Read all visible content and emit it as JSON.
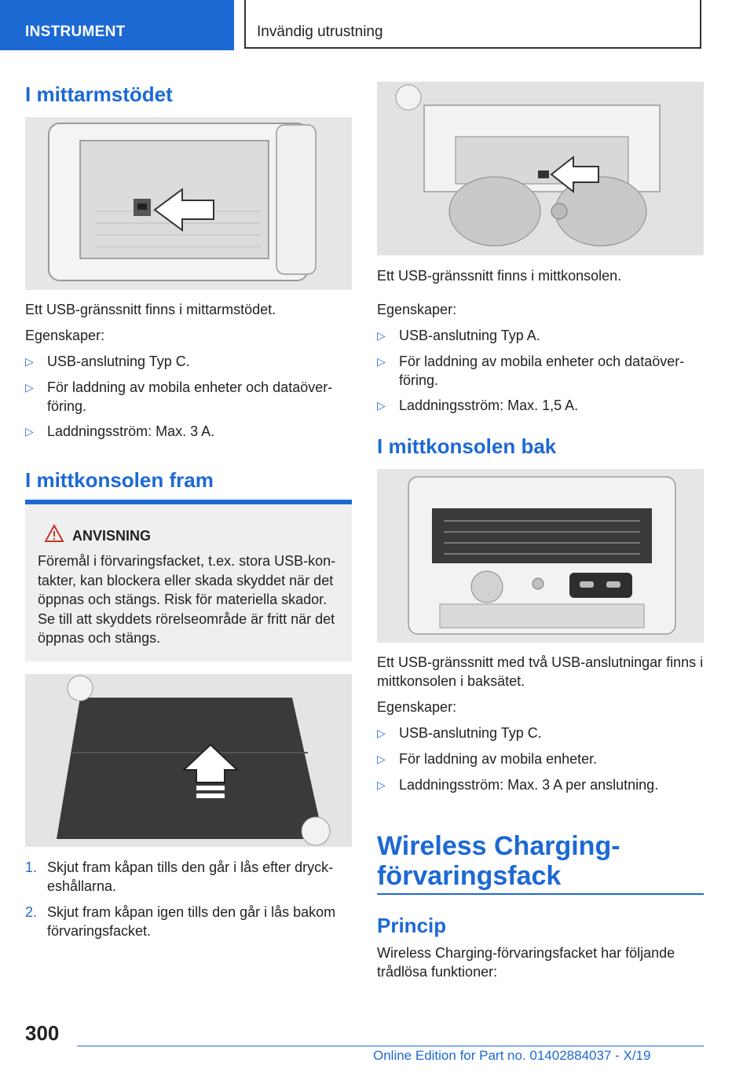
{
  "header": {
    "section": "INSTRUMENT",
    "chapter": "Invändig utrustning"
  },
  "left": {
    "h_armrest": "I mittarmstödet",
    "armrest_desc": "Ett USB-gränssnitt finns i mittarmstödet.",
    "props_label": "Egenskaper:",
    "armrest_items": [
      "USB-anslutning Typ C.",
      "För laddning av mobila enheter och dataöver-föring.",
      "Laddningsström: Max. 3 A."
    ],
    "h_front": "I mittkonsolen fram",
    "warning_title": "ANVISNING",
    "warning_text": "Föremål i förvaringsfacket, t.ex. stora USB-kon-takter, kan blockera eller skada skyddet när det öppnas och stängs. Risk för materiella skador. Se till att skyddets rörelseområde är fritt när det öppnas och stängs.",
    "steps": [
      {
        "num": "1.",
        "text": "Skjut fram kåpan tills den går i lås efter dryck-eshållarna."
      },
      {
        "num": "2.",
        "text": "Skjut fram kåpan igen tills den går i lås bakom förvaringsfacket."
      }
    ]
  },
  "right": {
    "console_desc": "Ett USB-gränssnitt finns i mittkonsolen.",
    "props_label": "Egenskaper:",
    "console_items": [
      "USB-anslutning Typ A.",
      "För laddning av mobila enheter och dataöver-föring.",
      "Laddningsström: Max. 1,5 A."
    ],
    "h_rear": "I mittkonsolen bak",
    "rear_desc": "Ett USB-gränssnitt med två USB-anslutningar finns i mittkonsolen i baksätet.",
    "rear_props_label": "Egenskaper:",
    "rear_items": [
      "USB-anslutning Typ C.",
      "För laddning av mobila enheter.",
      "Laddningsström: Max. 3 A per anslutning."
    ],
    "h_wireless": "Wireless Charging-förvaringsfack",
    "h_principle": "Princip",
    "principle_text": "Wireless Charging-förvaringsfacket har följande trådlösa funktioner:"
  },
  "footer": {
    "page_number": "300",
    "edition": "Online Edition for Part no. 01402884037 - X/19"
  },
  "colors": {
    "accent": "#1c69d4",
    "text": "#222222",
    "warning_bg": "#efefef"
  }
}
